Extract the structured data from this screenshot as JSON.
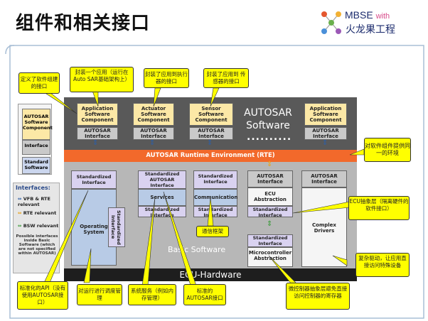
{
  "header": {
    "title": "组件和相关接口",
    "logo_line1": "MBSE",
    "logo_with": "with",
    "logo_line2": "火龙果工程"
  },
  "legend": {
    "swc": "AUTOSAR Software Component",
    "interface": "Interface",
    "std_sw": "Standard Software"
  },
  "interfaces": {
    "title": "Interfaces:",
    "vfb": "VFB & RTE relevant",
    "rte": "RTE relevant",
    "bsw": "BSW relevant",
    "note": "Possible interfaces inside Basic Software (which are not specified within AUTOSAR)"
  },
  "components": [
    {
      "swc": "Application Software Component",
      "ai": "AUTOSAR Interface"
    },
    {
      "swc": "Actuator Software Component",
      "ai": "AUTOSAR Interface"
    },
    {
      "swc": "Sensor Software Component",
      "ai": "AUTOSAR Interface"
    },
    {
      "swc": "Application Software Component",
      "ai": "AUTOSAR Interface"
    }
  ],
  "autosar_sw": "AUTOSAR Software",
  "dots": "..........",
  "rte": "AUTOSAR Runtime Environment (RTE)",
  "bsw": {
    "std_if": "Standardized Interface",
    "os": "Operating System",
    "std_if_vert": "Standardized Interface",
    "services_top": "Standardized AUTOSAR Interface",
    "services": "Services",
    "services_bottom": "Standardized Interface",
    "comm_top": "Standardized Interface",
    "comm": "Communication",
    "comm_bottom": "Standardized Interface",
    "ecu_top": "AUTOSAR Interface",
    "ecu": "ECU Abstraction",
    "ecu_bottom": "Standardized Interface",
    "mc_top": "Standardized Interface",
    "mc": "Microcontroller Abstraction",
    "cd_top": "AUTOSAR Interface",
    "cd": "Complex Drivers",
    "label": "Basic Software",
    "ecu_hw": "ECU-Hardware"
  },
  "callouts": {
    "c1": "定义了软件组建的接口",
    "c2": "封装一个应用（运行在Auto SAR基础架构上）",
    "c3": "封装了应用到执行器的接口",
    "c4": "封装了应用到 传感器的接口",
    "c5": "对软件组件提供同一的环境",
    "c6": "ECU抽象层（隔离硬件的软件接口）",
    "c7": "通信框架",
    "c8": "复杂驱动，让应用直接访问特殊设备",
    "c9": "标准化的API（没有使用AUTOSAR接口）",
    "c10": "对运行进行调度管理",
    "c11": "系统服务（例如内存管理）",
    "c12": "标准的AUTOSAR接口",
    "c13": "微控制器抽象层避免直接访问控制器的寄存器"
  },
  "colors": {
    "rte": "#f2692b",
    "swc": "#fce8a6",
    "callout": "#ffff00",
    "dark": "#595959"
  }
}
